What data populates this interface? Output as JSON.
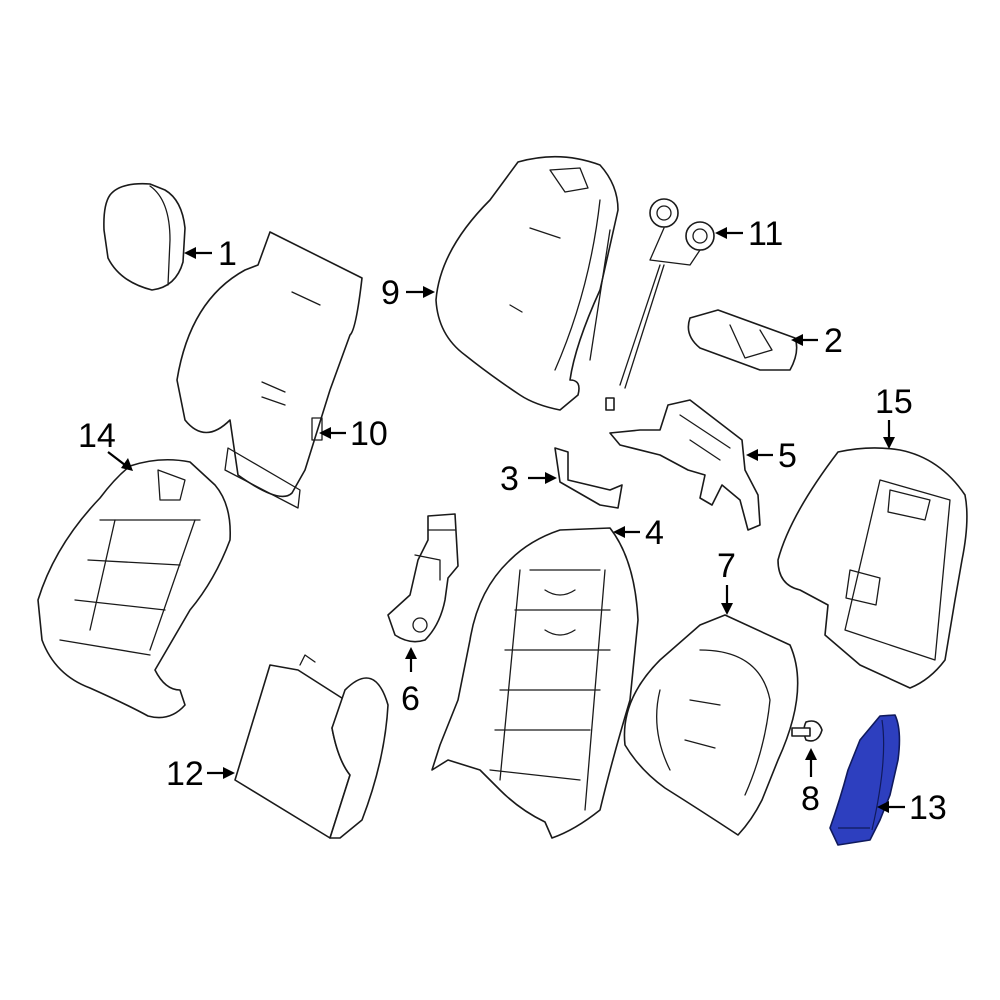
{
  "diagram": {
    "callouts": [
      {
        "id": "1",
        "label": "1"
      },
      {
        "id": "2",
        "label": "2"
      },
      {
        "id": "3",
        "label": "3"
      },
      {
        "id": "4",
        "label": "4"
      },
      {
        "id": "5",
        "label": "5"
      },
      {
        "id": "6",
        "label": "6"
      },
      {
        "id": "7",
        "label": "7"
      },
      {
        "id": "8",
        "label": "8"
      },
      {
        "id": "9",
        "label": "9"
      },
      {
        "id": "10",
        "label": "10"
      },
      {
        "id": "11",
        "label": "11"
      },
      {
        "id": "12",
        "label": "12"
      },
      {
        "id": "13",
        "label": "13"
      },
      {
        "id": "14",
        "label": "14"
      },
      {
        "id": "15",
        "label": "15"
      }
    ],
    "highlight_color": "#2d3fbf",
    "highlighted_part": "13"
  }
}
